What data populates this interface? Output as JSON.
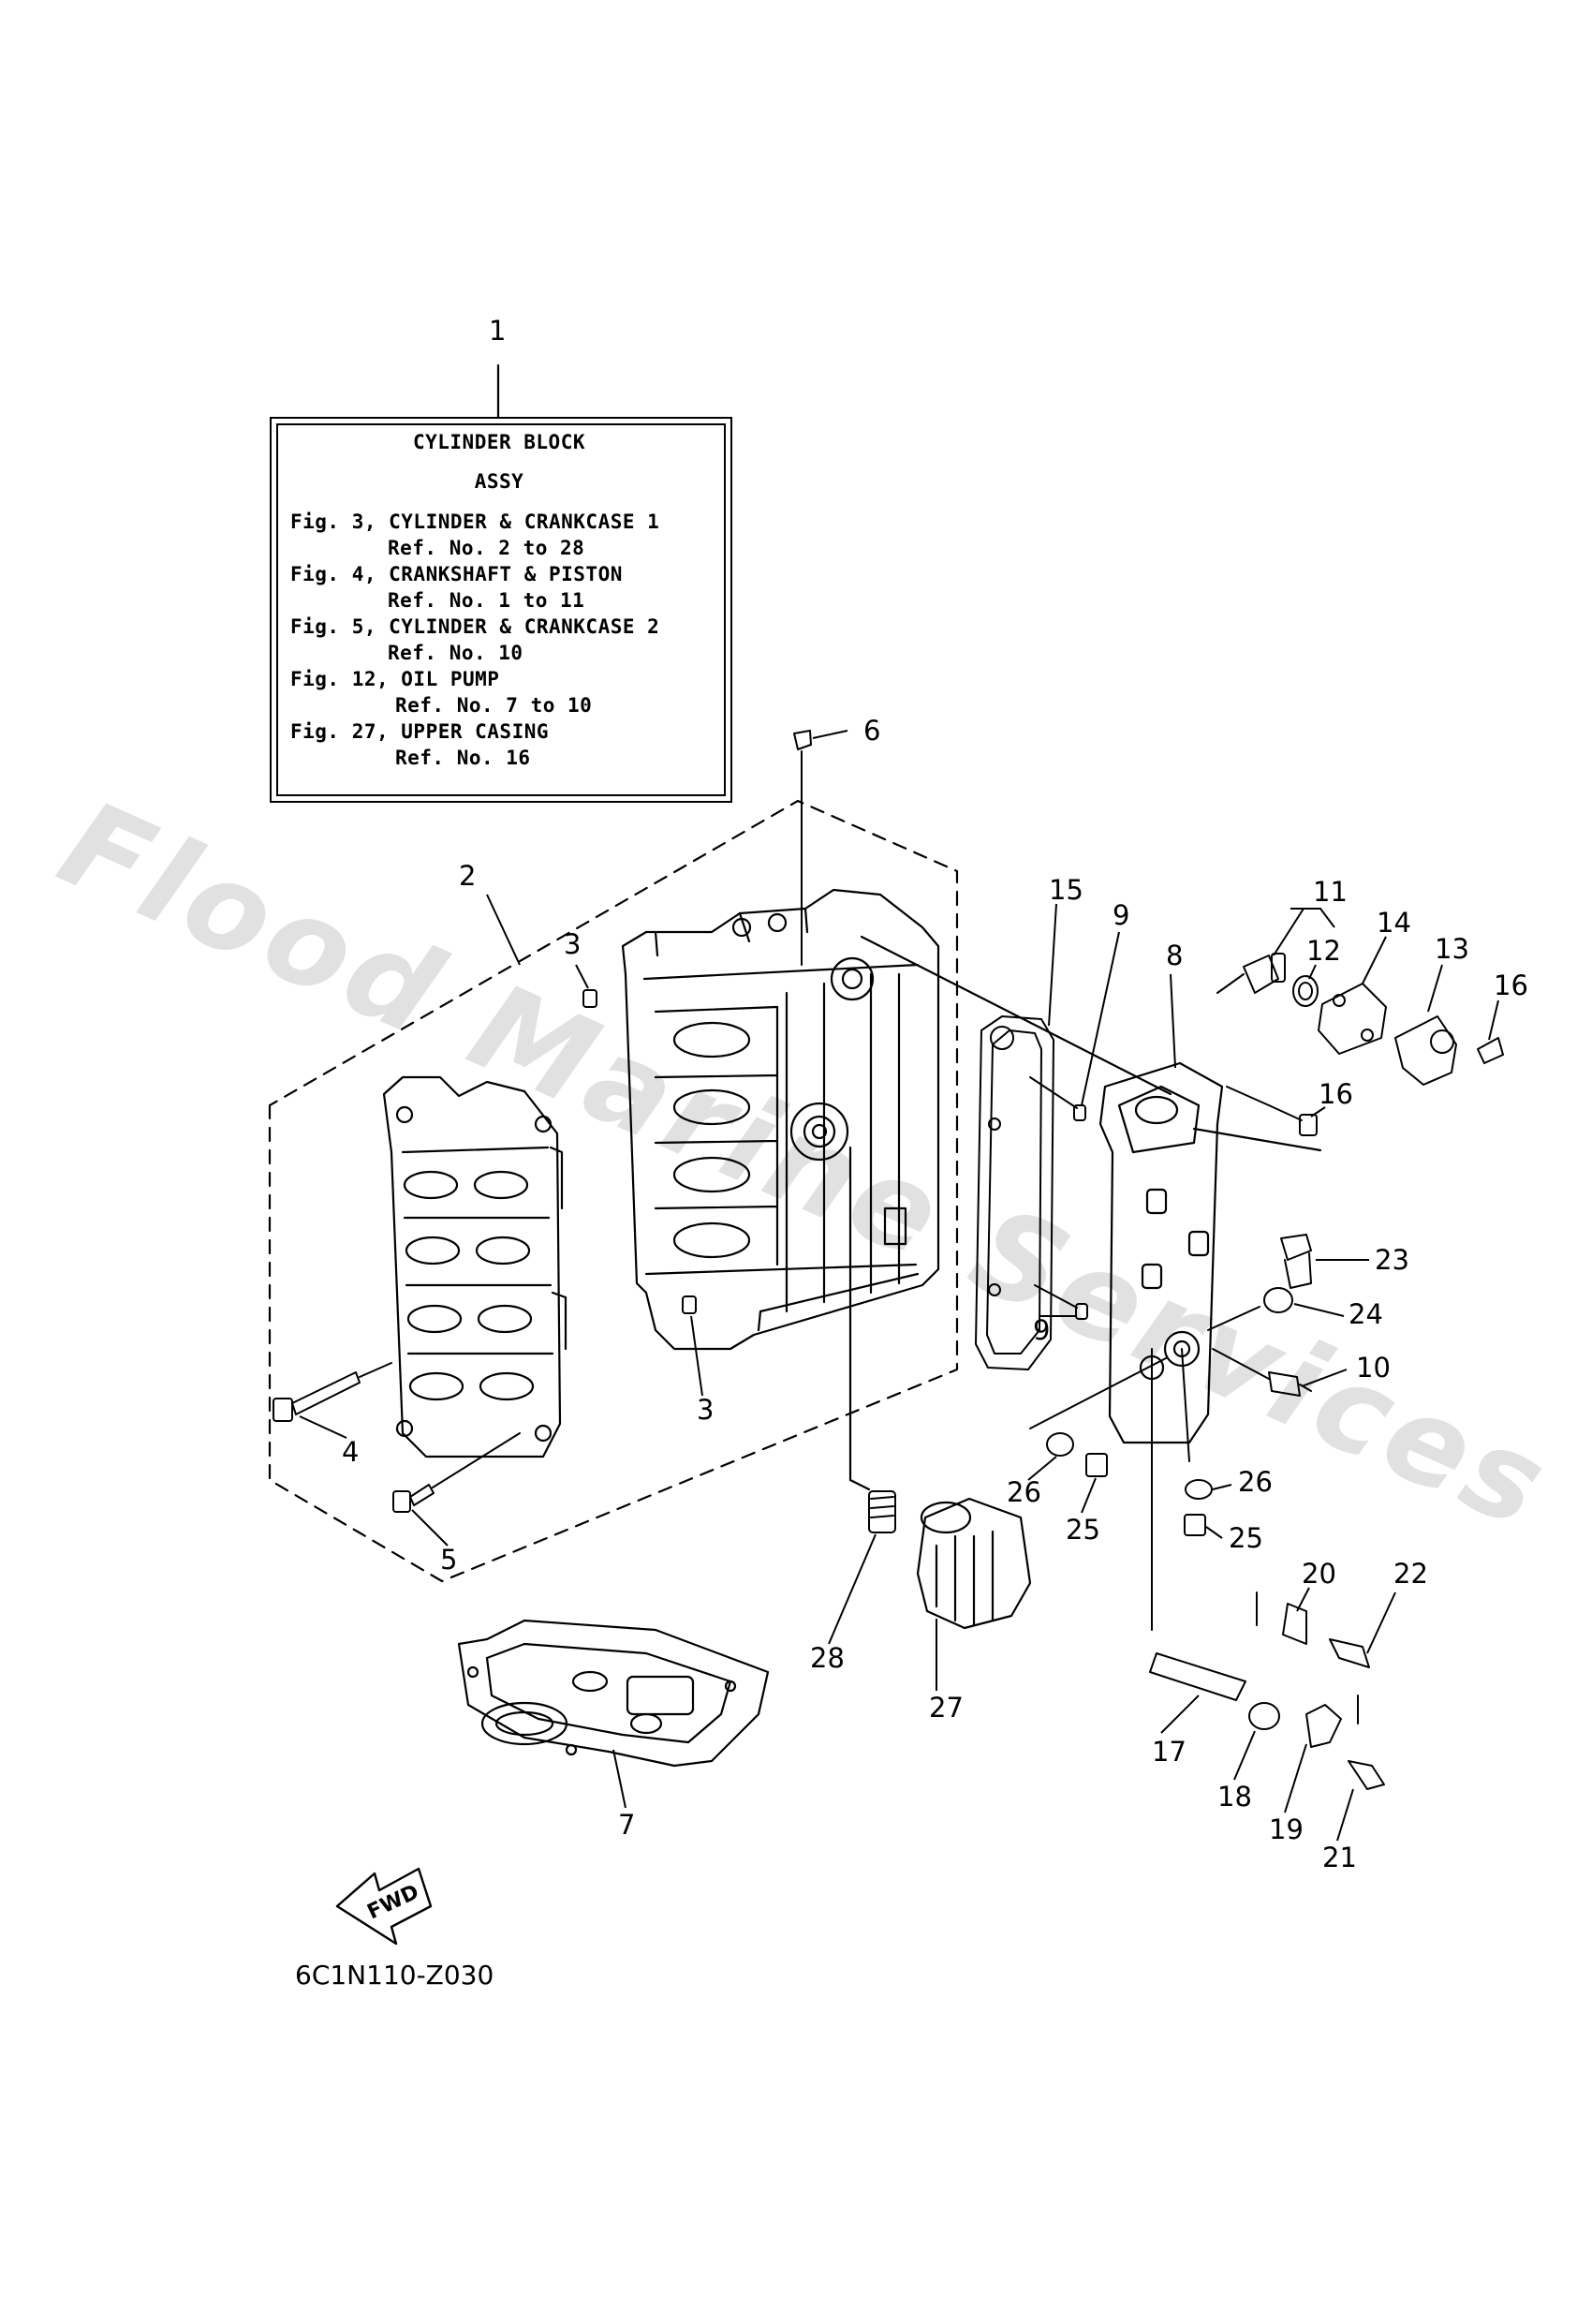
{
  "diagram": {
    "title_box": {
      "heading": "CYLINDER BLOCK",
      "subheading": "ASSY",
      "lines": [
        "Fig. 3, CYLINDER & CRANKCASE 1",
        "Ref. No. 2 to 28",
        "Fig. 4, CRANKSHAFT & PISTON",
        "Ref. No. 1 to 11",
        "Fig. 5, CYLINDER & CRANKCASE 2",
        "Ref. No. 10",
        "Fig. 12, OIL PUMP",
        "Ref. No. 7 to 10",
        "Fig. 27, UPPER CASING",
        "Ref. No. 16"
      ]
    },
    "callouts": [
      "1",
      "2",
      "3",
      "3",
      "4",
      "5",
      "6",
      "7",
      "8",
      "9",
      "9",
      "10",
      "11",
      "12",
      "13",
      "14",
      "15",
      "16",
      "16",
      "17",
      "18",
      "19",
      "20",
      "21",
      "22",
      "23",
      "24",
      "25",
      "25",
      "26",
      "26",
      "27",
      "28"
    ],
    "direction_label": "FWD",
    "drawing_code": "6C1N110-Z030",
    "watermark": "Flood Marine Services",
    "colors": {
      "line": "#000000",
      "watermark": "#aaaaaa",
      "background": "#ffffff"
    }
  }
}
